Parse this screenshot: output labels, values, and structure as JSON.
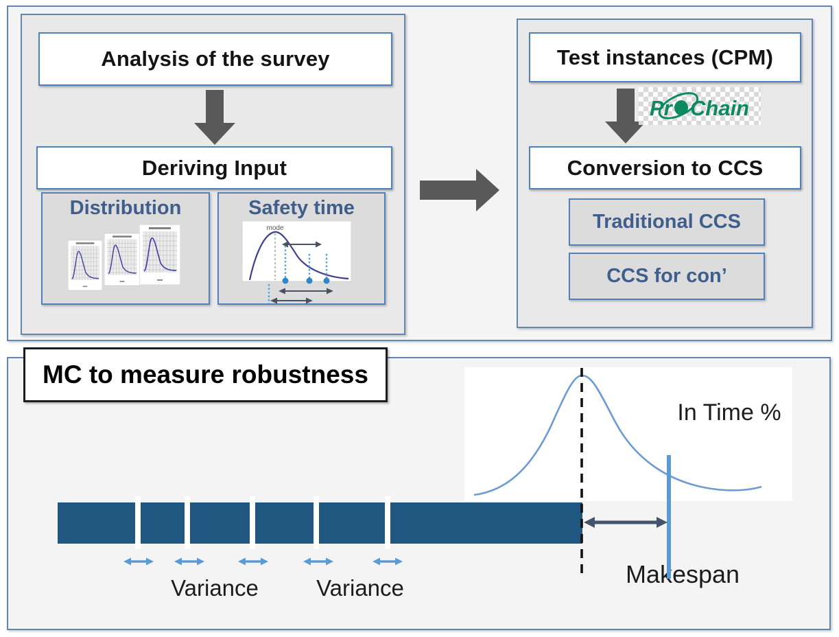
{
  "top": {
    "left": {
      "analysis": "Analysis of the survey",
      "deriving": "Deriving Input",
      "distribution": "Distribution",
      "safety": "Safety time",
      "mode_label": "mode"
    },
    "right": {
      "test_instances": "Test instances (CPM)",
      "logo": {
        "name": "ProChain",
        "pr": "Pr",
        "chain": "Chain"
      },
      "conversion": "Conversion to CCS",
      "traditional": "Traditional CCS",
      "ccs_con": "CCS for con’"
    }
  },
  "bottom": {
    "title": "MC to measure robustness",
    "in_time": "In Time %",
    "makespan": "Makespan",
    "variance": "Variance"
  },
  "colors": {
    "section_fill": "#f4f4f5",
    "panel_fill": "#e9e9ea",
    "subbox_fill": "#dcdcdd",
    "panel_border": "#6286ae",
    "box_border": "#4f81bd",
    "slate_text": "#3f5e8c",
    "bar_blue": "#1f5780",
    "accent_blue": "#5b9bd5",
    "arrow_gray": "#595959",
    "dark_arrow": "#44546a",
    "logo_green": "#0d8a5c",
    "curve_blue": "#6b9bd2"
  }
}
